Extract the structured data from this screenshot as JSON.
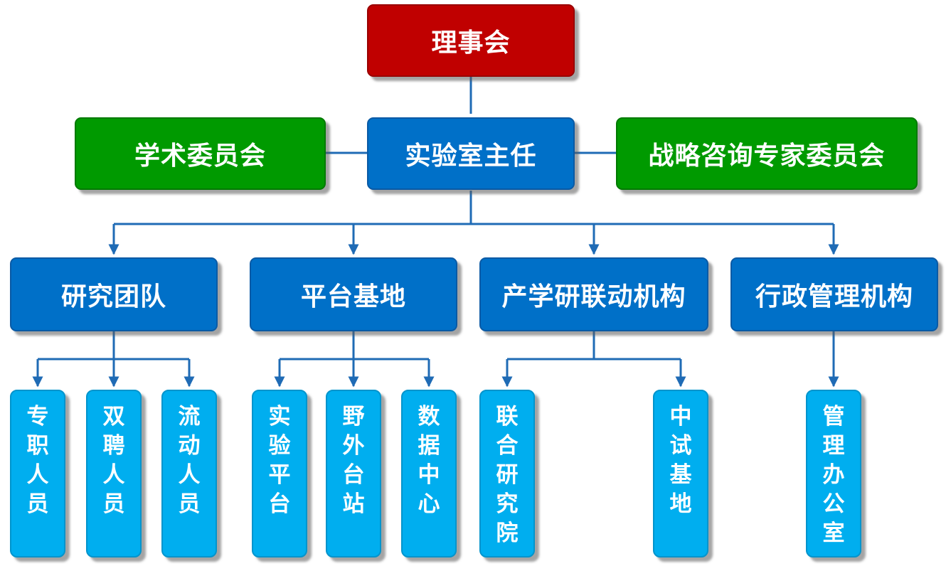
{
  "top": {
    "board": "理事会",
    "director": "实验室主任"
  },
  "committees": {
    "academic": "学术委员会",
    "strategic": "战略咨询专家委员会"
  },
  "departments": [
    {
      "label": "研究团队",
      "children": [
        "专职人员",
        "双聘人员",
        "流动人员"
      ]
    },
    {
      "label": "平台基地",
      "children": [
        "实验平台",
        "野外台站",
        "数据中心"
      ]
    },
    {
      "label": "产学研联动机构",
      "children": [
        "联合研究院",
        "中试基地"
      ]
    },
    {
      "label": "行政管理机构",
      "children": [
        "管理办公室"
      ]
    }
  ],
  "colors": {
    "board": "#c00000",
    "committee": "#009a00",
    "director_and_departments": "#0070c8",
    "units": "#00aeef",
    "connector": "#1f6bb5"
  }
}
